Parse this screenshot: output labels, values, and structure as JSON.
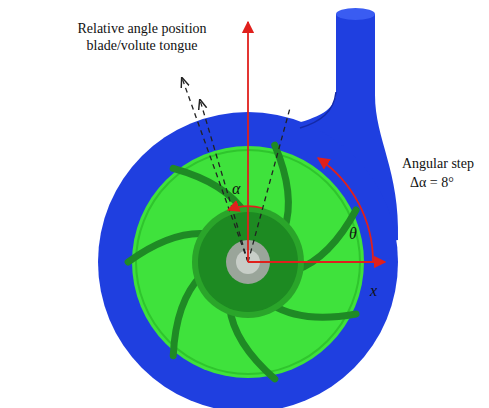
{
  "diagram": {
    "labels": [
      "Relative angle position blade/volute tongue",
      "α",
      "Angular step",
      "Δα = 8°",
      "θ",
      "x"
    ]
  }
}
